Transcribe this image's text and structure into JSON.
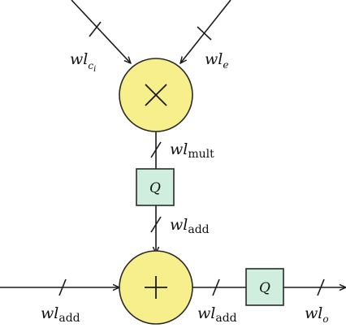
{
  "colors": {
    "line": "#1a1a1a",
    "operator_fill": "#f7ef8c",
    "operator_stroke": "#2a2a2a",
    "quantizer_fill": "#cfeedd",
    "quantizer_stroke": "#2a2a2a"
  },
  "nodes": {
    "multiplier": {
      "symbol": "×"
    },
    "adder": {
      "symbol": "+"
    },
    "quantizer_top": {
      "label": "Q"
    },
    "quantizer_right": {
      "label": "Q"
    }
  },
  "labels": {
    "wl_ci": {
      "main": "wl",
      "sub": "c",
      "subsub": "i"
    },
    "wl_e": {
      "main": "wl",
      "sub": "e"
    },
    "wl_mult": {
      "main": "wl",
      "sub": "mult"
    },
    "wl_add_vertical": {
      "main": "wl",
      "sub": "add"
    },
    "wl_add_left": {
      "main": "wl",
      "sub": "add"
    },
    "wl_add_right": {
      "main": "wl",
      "sub": "add"
    },
    "wl_o": {
      "main": "wl",
      "sub": "o"
    }
  }
}
